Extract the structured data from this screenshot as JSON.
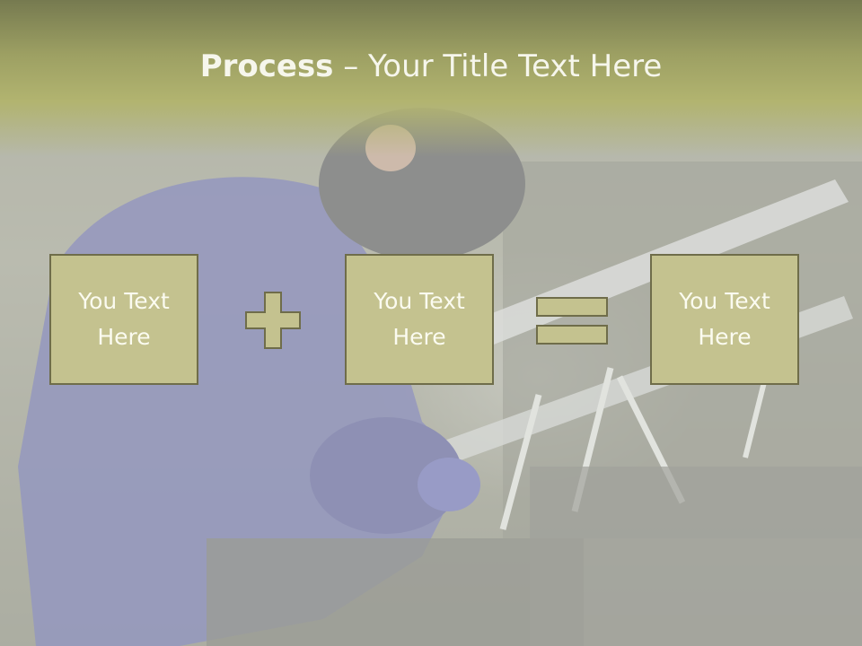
{
  "title": {
    "bold": "Process",
    "rest": " – Your Title Text Here"
  },
  "boxes": [
    {
      "line1": "You Text",
      "line2": "Here"
    },
    {
      "line1": "You Text",
      "line2": "Here"
    },
    {
      "line1": "You Text",
      "line2": "Here"
    }
  ],
  "operators": {
    "first": "plus-icon",
    "second": "equals-icon"
  },
  "colors": {
    "title_band": "#a3a566",
    "box_fill": "#c4c28f",
    "box_border": "#6f6d4a",
    "text": "#fbfbf0"
  }
}
